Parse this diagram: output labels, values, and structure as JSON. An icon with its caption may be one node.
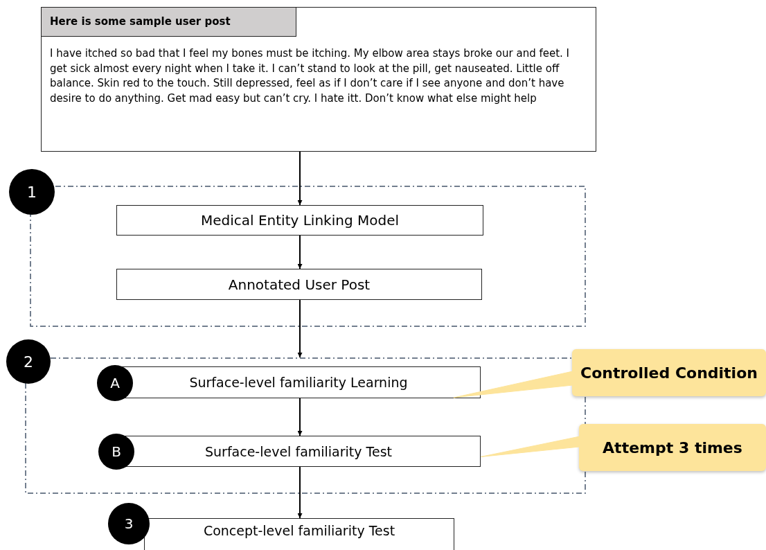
{
  "diagram": {
    "nodes": [
      {
        "text": [
          "Here is some sample user post",
          "I have itched so bad that I feel my bones must be itching. My elbow area stays broke our and feet. I get sick almost every night when I take it. I can’t stand to look at the pill, get nauseated. Little off balance. Skin red to the touch. Still depressed, feel as if I don’t care if I see anyone and don’t have desire to do anything. Get mad easy but can’t cry. I hate itt. Don’t know what else might help"
        ]
      },
      {
        "text": [
          "1"
        ]
      },
      {
        "text": [
          "Medical Entity Linking Model"
        ],
        "in": 1
      },
      {
        "text": [
          "Annotated User Post"
        ],
        "in": 1
      },
      {
        "text": [
          "2"
        ]
      },
      {
        "text": [
          "A",
          "Surface-level familiarity Learning"
        ],
        "in": 4
      },
      {
        "text": [
          "B",
          "Surface-level familiarity Test"
        ],
        "in": 4
      },
      {
        "text": [
          "3",
          "Concept-level familiarity Test"
        ]
      },
      {
        "text": [
          "Controlled Condition"
        ]
      },
      {
        "text": [
          "Attempt 3 times"
        ]
      }
    ],
    "edges": [
      {
        "from": 0,
        "to": 2,
        "arrow": "to"
      },
      {
        "from": 2,
        "to": 3,
        "arrow": "to"
      },
      {
        "from": 3,
        "to": 4,
        "arrow": "to"
      },
      {
        "from": 5,
        "to": 6,
        "arrow": "to"
      },
      {
        "from": 6,
        "to": 7,
        "arrow": "to"
      },
      {
        "from": 8,
        "to": 5,
        "arrow": "none",
        "color": "#fde49b"
      },
      {
        "from": 9,
        "to": 6,
        "arrow": "none",
        "color": "#fde49b"
      }
    ]
  }
}
